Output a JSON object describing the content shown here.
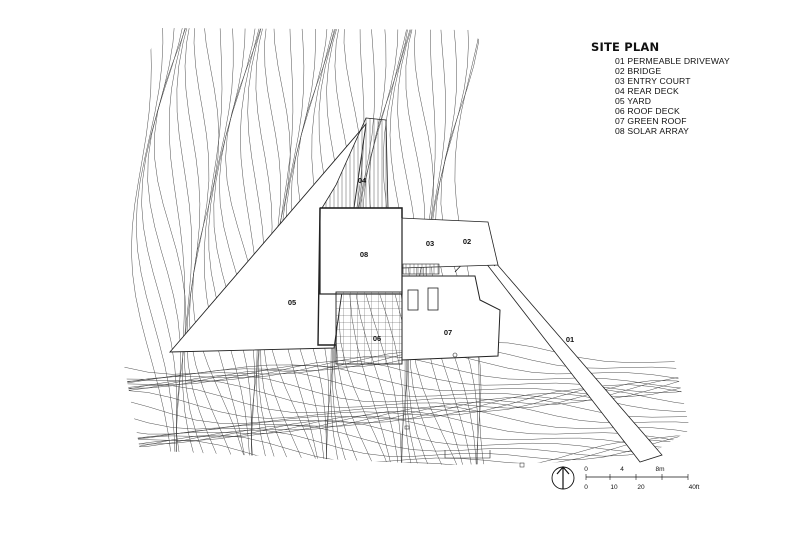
{
  "title": "SITE PLAN",
  "legend": [
    "01 PERMEABLE DRIVEWAY",
    "02 BRIDGE",
    "03 ENTRY COURT",
    "04 REAR DECK",
    "05 YARD",
    "06 ROOF DECK",
    "07 GREEN ROOF",
    "08 SOLAR ARRAY"
  ],
  "plan_labels": {
    "driveway": "01",
    "bridge": "02",
    "entry_court": "03",
    "rear_deck": "04",
    "yard": "05",
    "roof_deck": "06",
    "green_roof": "07",
    "solar_array": "08"
  },
  "scale": {
    "metric": [
      "0",
      "4",
      "8m"
    ],
    "imperial": [
      "0",
      "10",
      "20",
      "40ft"
    ]
  },
  "north_arrow": "north-arrow-icon"
}
